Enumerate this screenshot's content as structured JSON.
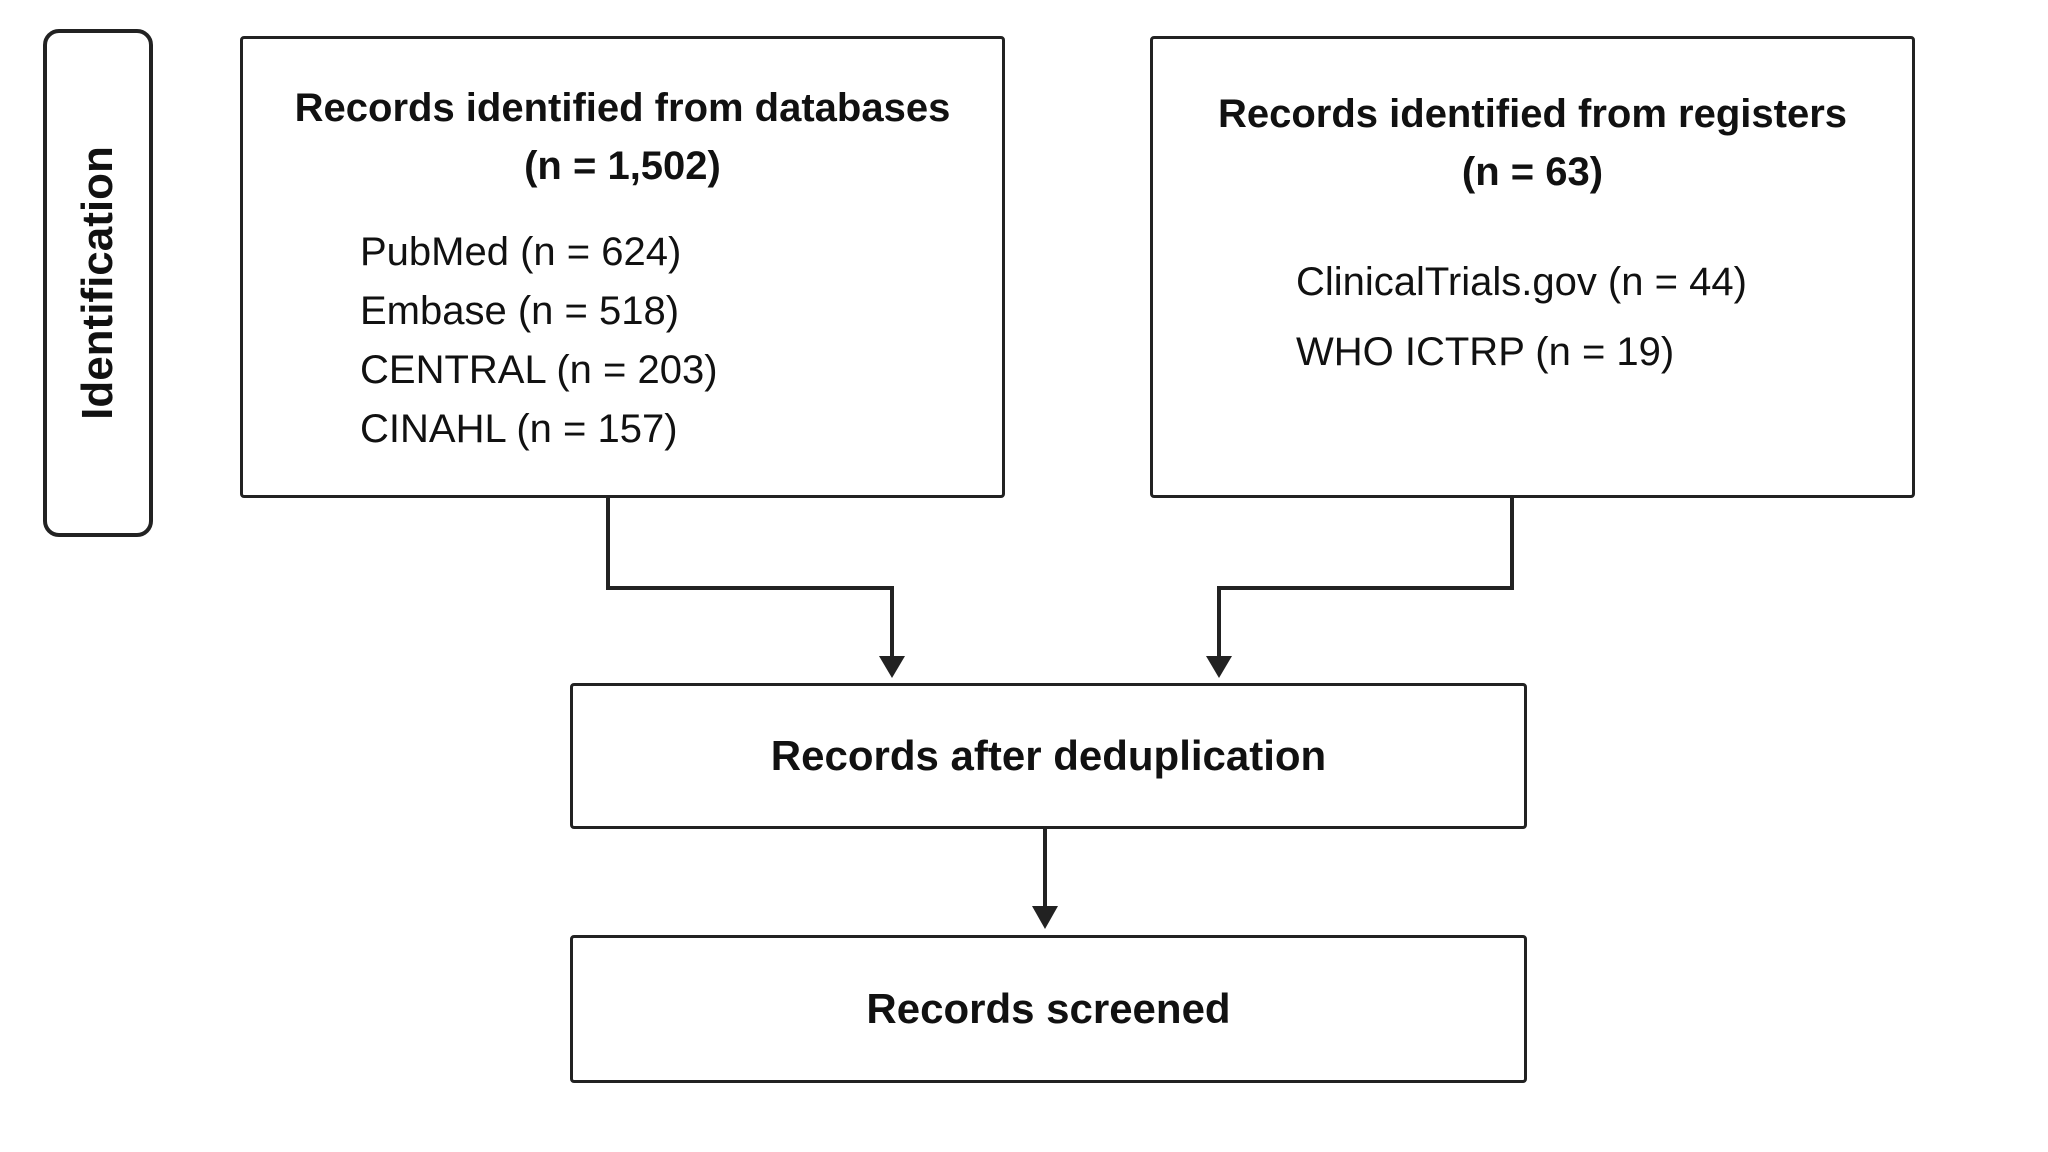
{
  "stage": {
    "label": "Identification"
  },
  "databases_box": {
    "title_line1": "Records identified from databases",
    "title_line2": "(n = 1,502)",
    "sources": [
      "PubMed (n = 624)",
      "Embase (n = 518)",
      "CENTRAL (n = 203)",
      "CINAHL (n = 157)"
    ]
  },
  "registers_box": {
    "title_line1": "Records identified from registers",
    "title_line2": "(n = 63)",
    "sources": [
      "ClinicalTrials.gov (n = 44)",
      "WHO ICTRP (n = 19)"
    ]
  },
  "dedup_box": {
    "label": "Records after deduplication"
  },
  "screened_box": {
    "label": "Records screened"
  },
  "colors": {
    "stroke": "#222222",
    "text": "#111111",
    "background": "#ffffff"
  }
}
